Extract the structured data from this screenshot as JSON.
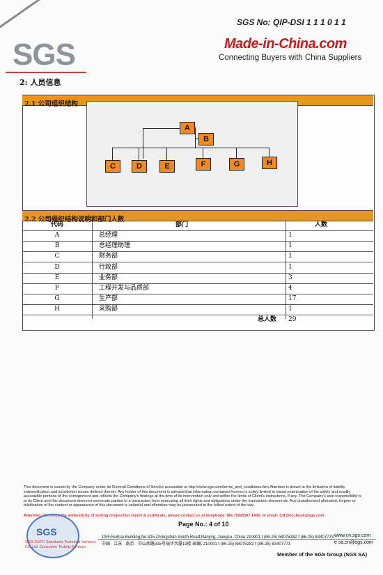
{
  "header": {
    "report_no": "SGS No: QIP-DSI 1 1 1 0 1 1",
    "sgs_logo": "SGS",
    "mic_logo": "Made-in-China.com",
    "mic_tagline": "Connecting Buyers with China Suppliers"
  },
  "section": {
    "title": "2:  人员信息"
  },
  "sub1": {
    "title": "2.1 公司组织结构"
  },
  "org": {
    "nodes": [
      "A",
      "B",
      "C",
      "D",
      "E",
      "F",
      "G",
      "H"
    ]
  },
  "sub2": {
    "title": "2.2 公司组织结构说明和部门人数"
  },
  "table": {
    "headers": [
      "代码",
      "部门",
      "人数"
    ],
    "rows": [
      {
        "code": "A",
        "dept": "总经理",
        "num": "1"
      },
      {
        "code": "B",
        "dept": "总经理助理",
        "num": "1"
      },
      {
        "code": "C",
        "dept": "财务部",
        "num": "1"
      },
      {
        "code": "D",
        "dept": "行政部",
        "num": "1"
      },
      {
        "code": "E",
        "dept": "业务部",
        "num": "3"
      },
      {
        "code": "F",
        "dept": "工程开发与品质部",
        "num": "4"
      },
      {
        "code": "G",
        "dept": "生产部",
        "num": "17"
      },
      {
        "code": "H",
        "dept": "采购部",
        "num": "1"
      }
    ],
    "total_label": "总人数",
    "total_value": "29"
  },
  "footer": {
    "disclaimer": "This document is issued by the Company under its General Conditions of Service accessible at http://www.sgs.com/terms_and_conditions.htm Attention is drawn to the limitation of liability, indemnification and jurisdiction issues defined therein. Any holder of this document is advised that information contained hereon is solely limited to visual examination of the safely and readily accessible portions of the consignment and reflects the Company's findings at the time of its intervention only and within the limits of Client's instructions, if any. The Company's sole responsibility is to its Client and this document does not exonerate parties to a transaction from exercising all their rights and obligations under the transaction documents. Any unauthorized alteration, forgery or falsification of the content or appearance of this document is unlawful and offenders may be prosecuted to the fullest extent of the law.",
    "attention": "Attention: To check the authenticity of testing /inspection report & certificate, please contact us at telephone: (86-755)8307 1443, or email: CN.Doccheck@sgs.com",
    "page": "Page No.: 4 of 10",
    "address_en": "19/F,Ruihua Building,No.315,Zhongshan South Road,Nanjing, Jiangsu, China 210001   t (86-25) 58075282   f (86-25) 83407773",
    "address_cn": "中国 · 江苏 · 南京 · 中山南路315号瑞华大厦19楼         邮编: 210001   t (86-25) 58075282   f (86-25) 83407773",
    "web": "www.cn.sgs.com",
    "email": "e  sa.cn@sgs.com",
    "member": "Member of the SGS Group (SGS SA)",
    "stamp_text": "SGS",
    "stamp_sub": "SGS-CSTC Standards Technical Services Co.,Ltd. Consumer Testing Services"
  }
}
